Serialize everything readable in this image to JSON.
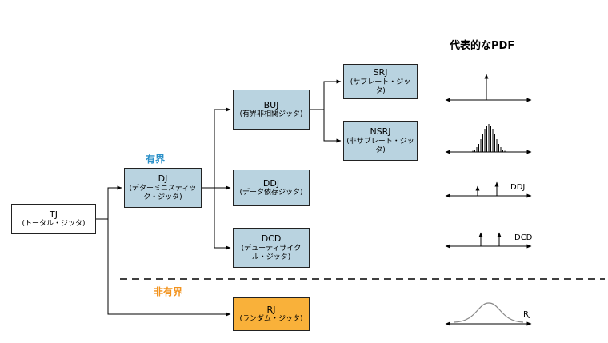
{
  "title": {
    "pdf_header": "代表的なPDF"
  },
  "group_labels": {
    "bounded": "有界",
    "unbounded": "非有界"
  },
  "nodes": {
    "tj": {
      "abbr": "TJ",
      "name": "(トータル・ジッタ)"
    },
    "dj": {
      "abbr": "DJ",
      "name": "(デターミニスティック・ジッタ)"
    },
    "buj": {
      "abbr": "BUJ",
      "name": "(有界非相関ジッタ)"
    },
    "ddj": {
      "abbr": "DDJ",
      "name": "(データ依存ジッタ)"
    },
    "dcd": {
      "abbr": "DCD",
      "name": "(デューティサイクル・ジッタ)"
    },
    "srj": {
      "abbr": "SRJ",
      "name": "(サブレート・ジッタ)"
    },
    "nsrj": {
      "abbr": "NSRJ",
      "name": "(非サブレート・ジッタ)"
    },
    "rj": {
      "abbr": "RJ",
      "name": "(ランダム・ジッタ)"
    }
  },
  "pdf_labels": {
    "ddj": "DDJ",
    "dcd": "DCD",
    "rj": "RJ"
  },
  "colors": {
    "bounded_fill": "#b9d3e0",
    "unbounded_fill": "#f9b13a",
    "bounded_label": "#2a90c8",
    "unbounded_label": "#f2931e"
  }
}
